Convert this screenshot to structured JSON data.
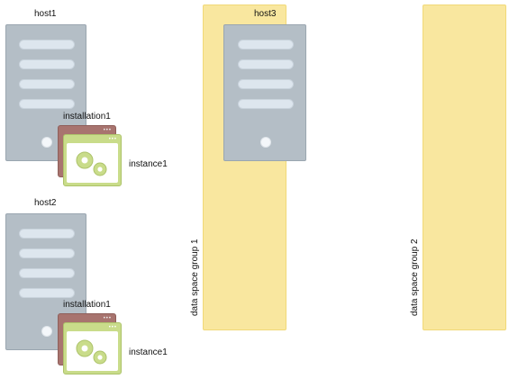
{
  "hosts": {
    "host1": {
      "label": "host1",
      "installation": "installation1",
      "instance": "instance1"
    },
    "host2": {
      "label": "host2",
      "installation": "installation1",
      "instance": "instance1"
    },
    "host3": {
      "label": "host3"
    }
  },
  "groups": {
    "group1": {
      "label": "data space group 1"
    },
    "group2": {
      "label": "data space group 2"
    }
  },
  "colors": {
    "group_fill": "#f9e79f",
    "server_body": "#b4bec6",
    "installation_window": "#a8746f",
    "instance_window": "#c9dc8a"
  },
  "icons": [
    "server-icon",
    "installation-window-icon",
    "instance-window-icon",
    "gear-icon"
  ]
}
